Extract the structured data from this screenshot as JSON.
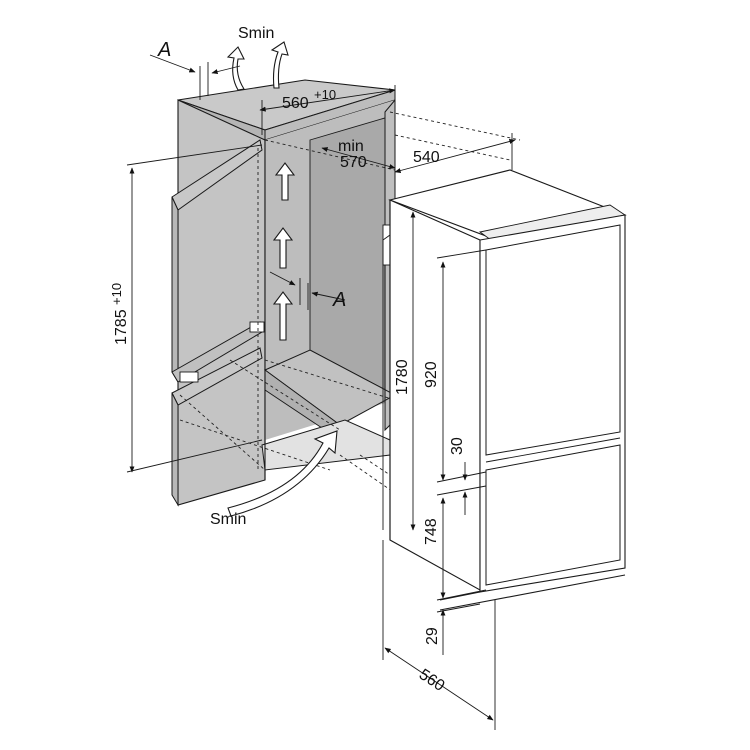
{
  "figure": {
    "labels": {
      "a_top": "A",
      "a_mid": "A",
      "smin_top": "Smin",
      "smin_bottom": "Smin"
    },
    "dimensions": {
      "niche_width": "560",
      "niche_width_tol": "+10",
      "niche_height": "1785",
      "niche_height_tol": "+10",
      "min_label": "min",
      "niche_depth_min": "570",
      "appliance_depth": "540",
      "appliance_height": "1780",
      "upper_door": "920",
      "gap": "30",
      "lower_door": "748",
      "plinth": "29",
      "appliance_width": "560"
    }
  }
}
